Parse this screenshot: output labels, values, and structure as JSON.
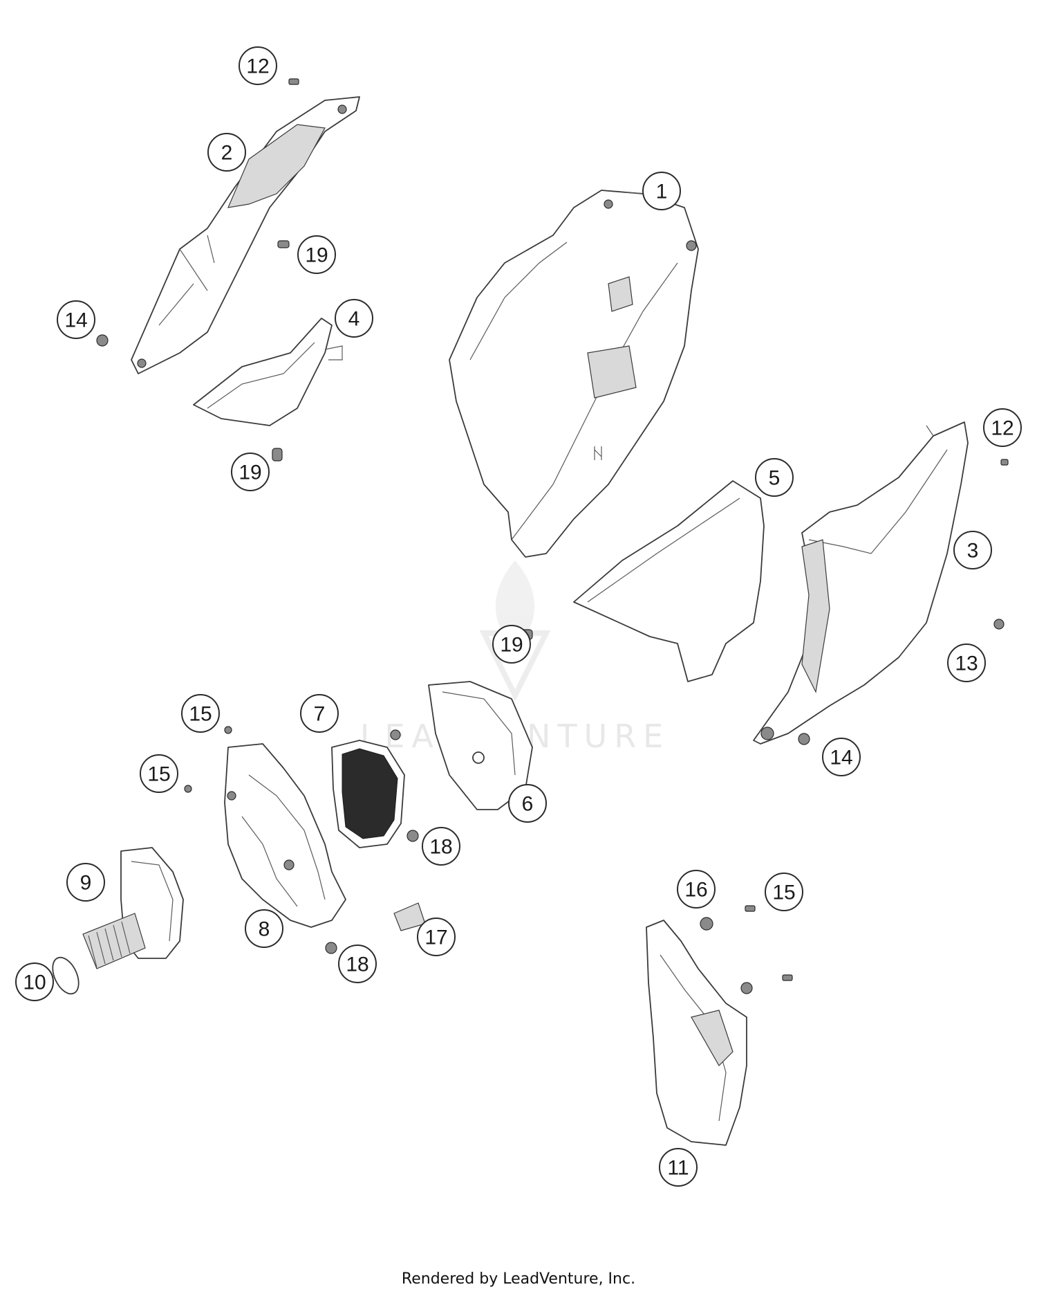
{
  "watermark": "LEADVENTURE",
  "footer": "Rendered by LeadVenture, Inc.",
  "callouts": [
    "12",
    "2",
    "19",
    "14",
    "4",
    "19",
    "1",
    "12",
    "5",
    "3",
    "13",
    "19",
    "14",
    "15",
    "7",
    "6",
    "15",
    "18",
    "9",
    "8",
    "17",
    "18",
    "10",
    "16",
    "15",
    "11"
  ]
}
